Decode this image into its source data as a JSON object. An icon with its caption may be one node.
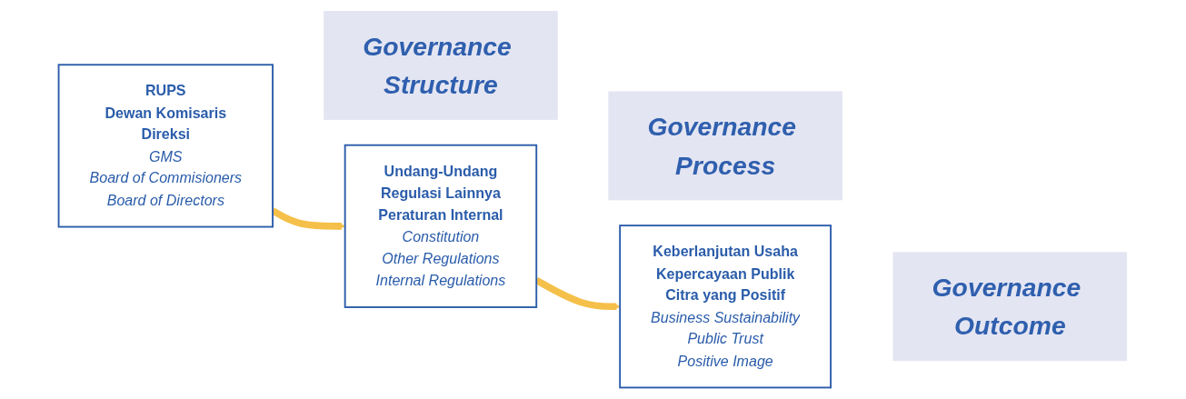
{
  "diagram": {
    "nodes": [
      {
        "text": [
          "RUPS",
          "Dewan Komisaris",
          "Direksi",
          "GMS",
          "Board of Commisioners",
          "Board of Directors"
        ]
      },
      {
        "text": [
          "Governance Structure"
        ]
      },
      {
        "text": [
          "Undang-Undang",
          "Regulasi Lainnya",
          "Peraturan Internal",
          "Constitution",
          "Other Regulations",
          "Internal Regulations"
        ]
      },
      {
        "text": [
          "Governance Process"
        ]
      },
      {
        "text": [
          "Keberlanjutan Usaha",
          "Kepercayaan Publik",
          "Citra yang Positif",
          "Business Sustainability",
          "Public Trust",
          "Positive Image"
        ]
      },
      {
        "text": [
          "Governance Outcome"
        ]
      }
    ],
    "edges": [
      {
        "from": 0,
        "to": 2,
        "arrow": "to"
      },
      {
        "from": 2,
        "to": 4,
        "arrow": "to"
      }
    ]
  }
}
